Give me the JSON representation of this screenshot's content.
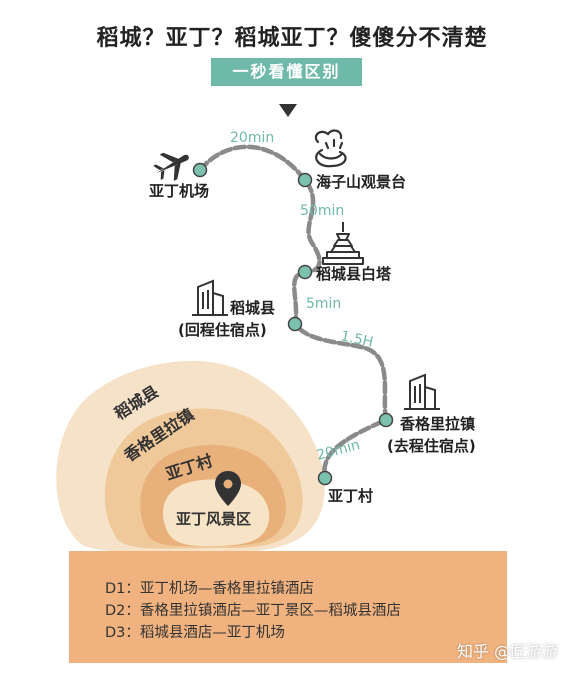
{
  "header": {
    "title": "稻城？亚丁？稻城亚丁？傻傻分不清楚",
    "subtitle": "一秒看懂区别"
  },
  "route": {
    "stops": {
      "airport": "亚丁机场",
      "haizi": "海子山观景台",
      "baita": "稻城县白塔",
      "daocheng_line1": "稻城县",
      "daocheng_line2": "(回程住宿点)",
      "xianggelila_line1": "香格里拉镇",
      "xianggelila_line2": "(去程住宿点)",
      "yading_village": "亚丁村"
    },
    "durations": {
      "airport_to_haizi": "20min",
      "haizi_to_baita": "50min",
      "baita_to_daocheng": "5min",
      "daocheng_to_xianggelila": "1.5H",
      "xianggelila_to_yading": "20min"
    }
  },
  "regions": {
    "outer": "稻城县",
    "middle": "香格里拉镇",
    "inner": "亚丁村",
    "core": "亚丁风景区"
  },
  "itinerary": {
    "d1": "D1：亚丁机场—香格里拉镇酒店",
    "d2": "D2：香格里拉镇酒店—亚丁景区—稻城县酒店",
    "d3": "D3：稻城县酒店—亚丁机场"
  },
  "watermark": "知乎 @匠游游",
  "colors": {
    "teal": "#6fb9a9",
    "route": "#8a8a8a",
    "node": "#7cc0ae",
    "region_outer": "#f6e2c8",
    "region_middle": "#f0c99b",
    "region_inner": "#e8b07a",
    "region_core": "#f7e4c6",
    "itinerary_bg": "#f0b27f"
  },
  "icons": [
    "airplane-icon",
    "lake-icon",
    "pagoda-icon",
    "building-icon",
    "building-icon",
    "location-pin-icon",
    "down-triangle-icon"
  ]
}
